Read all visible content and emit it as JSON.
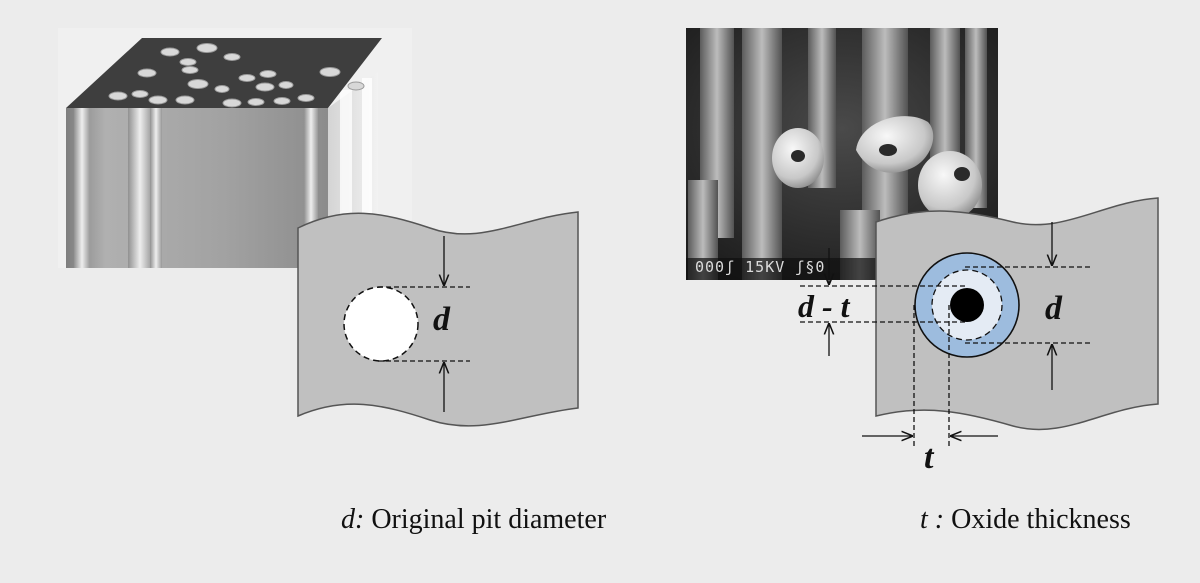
{
  "labels": {
    "d_left": "d",
    "d_right": "d",
    "d_minus_t": "d - t",
    "t": "t"
  },
  "captions": {
    "left_var": "d:",
    "left_text": " Original pit diameter",
    "right_var": "t :",
    "right_text": " Oxide thickness"
  },
  "sem": {
    "scale_text": "000ʃ  15KV  ʃ§0"
  },
  "colors": {
    "background": "#ececec",
    "sheet": "#c0c0c0",
    "block_top": "#3e3e3e",
    "oxide_outer": "#9dbcde",
    "oxide_inner": "#e4ebf4",
    "pit_core": "#000000",
    "pit_open": "#ffffff"
  }
}
